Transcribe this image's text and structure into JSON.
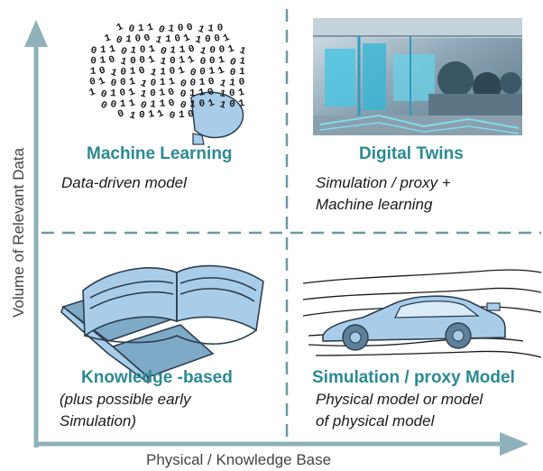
{
  "axes": {
    "x_label": "Physical / Knowledge Base",
    "y_label": "Volume of Relevant Data"
  },
  "quadrants": {
    "top_left": {
      "title": "Machine Learning",
      "lines": [
        "Data-driven model"
      ]
    },
    "top_right": {
      "title": "Digital Twins",
      "lines": [
        "Simulation / proxy +",
        "Machine learning"
      ]
    },
    "bottom_left": {
      "title": "Knowledge -based",
      "lines": [
        "(plus possible early",
        "Simulation)"
      ]
    },
    "bottom_right": {
      "title": "Simulation / proxy Model",
      "lines": [
        "Physical model or model",
        "of physical model"
      ]
    }
  },
  "illustrations": {
    "brain_bits": [
      "1",
      "0",
      "1",
      "1",
      "0",
      "1",
      "0",
      "0",
      "1",
      "1",
      "0",
      "1",
      "0",
      "1",
      "0",
      "0",
      "1",
      "1",
      "0",
      "1",
      "1",
      "0",
      "0",
      "1",
      "0",
      "1",
      "1",
      "0",
      "1",
      "0"
    ]
  },
  "colors": {
    "accent": "#2b8a93",
    "axis": "#8fb1b9",
    "divider": "#6a9aa3",
    "illustration_fill": "#a9cde8",
    "outline": "#2c3e50"
  }
}
